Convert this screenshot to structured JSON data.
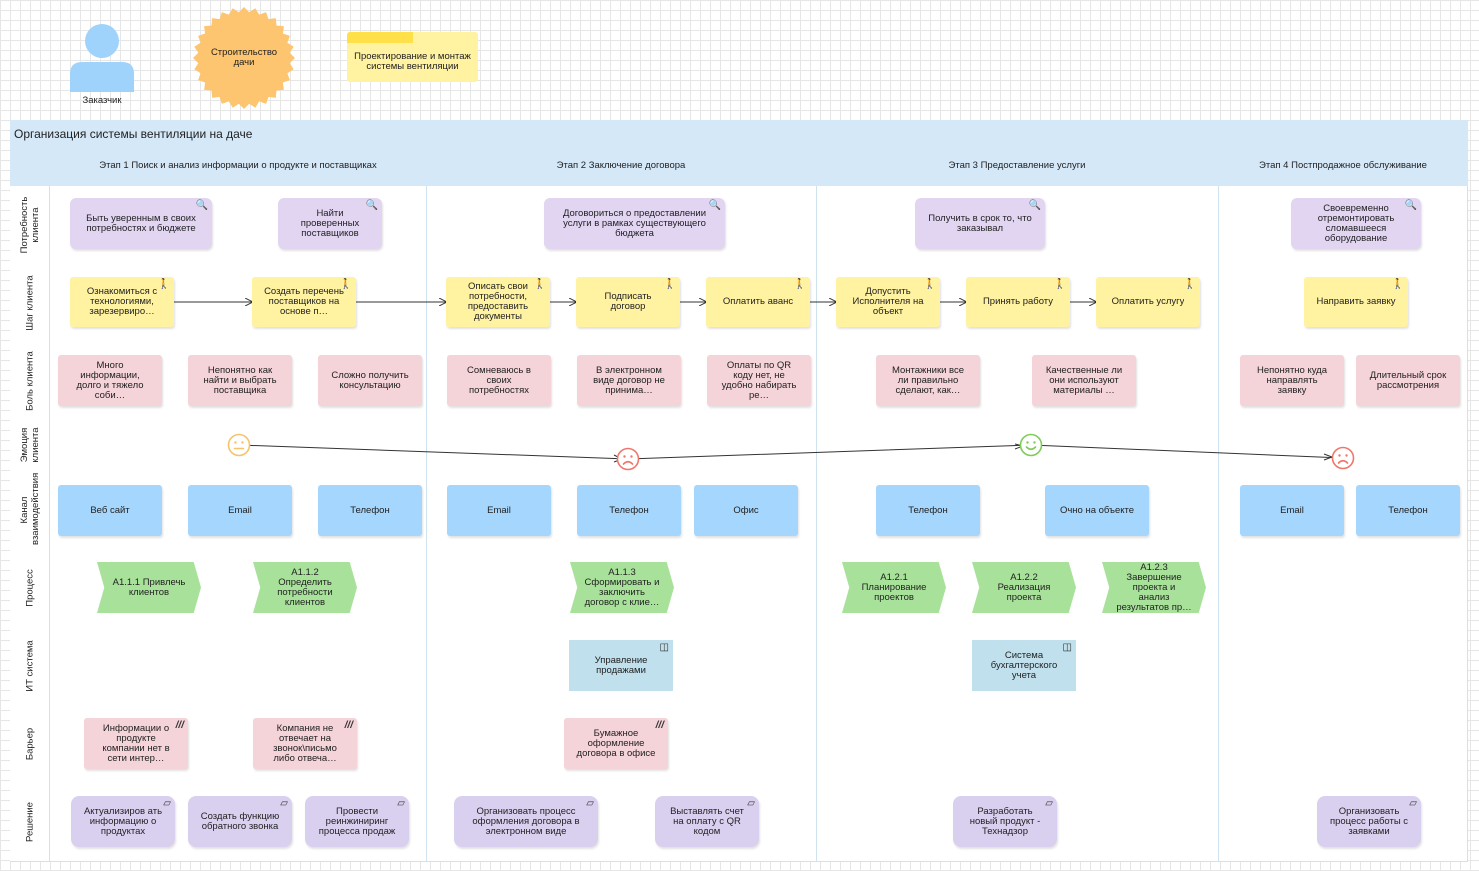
{
  "legend": {
    "customer_label": "Заказчик",
    "project_label": "Строительство дачи",
    "service_label": "Проектирование и монтаж системы вентиляции"
  },
  "board": {
    "title": "Организация системы вентиляции на даче",
    "stages": [
      "Этап 1 Поиск и анализ информации о продукте и поставщиках",
      "Этап 2 Заключение договора",
      "Этап 3 Предоставление услуги",
      "Этап 4 Постпродажное обслуживание"
    ],
    "lanes": [
      "Потребность клиента",
      "Шаг клиента",
      "Боль клиента",
      "Эмоция клиента",
      "Канал взаимодействия",
      "Процесс",
      "ИТ система",
      "Барьер",
      "Решение"
    ]
  },
  "needs": [
    "Быть уверенным в своих потребностях и бюджете",
    "Найти проверенных поставщиков",
    "Договориться о предоставлении услуги в рамках существующего бюджета",
    "Получить в срок то, что заказывал",
    "Своевременно отремонтировать сломавшееся оборудование"
  ],
  "steps": [
    "Ознакомиться с технологиями, зарезервиро…",
    "Создать перечень поставщиков на основе п…",
    "Описать свои потребности, предоставить документы",
    "Подписать договор",
    "Оплатить аванс",
    "Допустить Исполнителя на объект",
    "Принять работу",
    "Оплатить услугу",
    "Направить заявку"
  ],
  "pains": [
    "Много информации, долго и тяжело соби…",
    "Непонятно как найти и выбрать поставщика",
    "Сложно получить консультацию",
    "Сомневаюсь в своих потребностях",
    "В электронном виде договор не принима…",
    "Оплаты по QR коду нет, не удобно набирать ре…",
    "Монтажники все ли правильно сделают, как…",
    "Качественные ли они используют материалы …",
    "Непонятно куда направлять заявку",
    "Длительный срок рассмотрения"
  ],
  "emotions": [
    "neutral",
    "sad",
    "happy",
    "sad"
  ],
  "channels": [
    "Веб сайт",
    "Email",
    "Телефон",
    "Email",
    "Телефон",
    "Офис",
    "Телефон",
    "Очно на объекте",
    "Email",
    "Телефон"
  ],
  "processes": [
    "A1.1.1 Привлечь клиентов",
    "A1.1.2 Определить потребности клиентов",
    "A1.1.3 Сформировать и заключить договор с клие…",
    "A1.2.1 Планирование проектов",
    "A1.2.2 Реализация проекта",
    "A1.2.3 Завершение проекта и анализ результатов пр…"
  ],
  "it_systems": [
    "Управление продажами",
    "Система бухгалтерского учета"
  ],
  "barriers": [
    "Информации о продукте компании нет в сети интер…",
    "Компания не отвечает на звонок\\письмо либо отвеча…",
    "Бумажное оформление договора в офисе"
  ],
  "solutions": [
    "Актуализиров ать информацию о продуктах",
    "Создать функцию обратного звонка",
    "Провести реинжиниринг процесса продаж",
    "Организовать процесс оформления договора в электронном виде",
    "Выставлять счет на оплату с QR кодом",
    "Разработать новый продукт - Технадзор",
    "Организовать процесс работы с заявками"
  ],
  "colors": {
    "need": "#e1d5f2",
    "step": "#fff2a1",
    "pain": "#f4d3d9",
    "channel": "#a5d6fd",
    "process": "#a8e29a",
    "it": "#bfe0ec",
    "solution": "#d9d0ef",
    "header": "#d4e8f8",
    "person": "#9fd3fb",
    "seal": "#fdc56f",
    "sticky": "#fff2a1"
  }
}
